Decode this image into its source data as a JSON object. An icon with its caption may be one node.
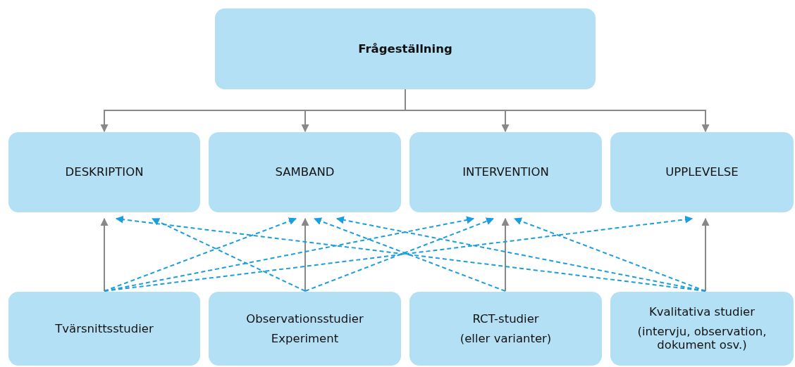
{
  "diagram": {
    "nodes": [
      {
        "text": [
          "Frågeställning"
        ]
      },
      {
        "text": [
          "DESKRIPTION"
        ]
      },
      {
        "text": [
          "SAMBAND"
        ]
      },
      {
        "text": [
          "INTERVENTION"
        ]
      },
      {
        "text": [
          "UPPLEVELSE"
        ]
      },
      {
        "text": [
          "Tvärsnittsstudier"
        ]
      },
      {
        "text": [
          "Observationsstudier",
          "Experiment"
        ]
      },
      {
        "text": [
          "RCT-studier",
          "(eller varianter)"
        ]
      },
      {
        "text": [
          "Kvalitativa studier",
          "(intervju, observation, dokument osv.)"
        ]
      }
    ],
    "edges": [
      {
        "from": 0,
        "to": 1,
        "arrow": "to",
        "color": "#888888"
      },
      {
        "from": 0,
        "to": 2,
        "arrow": "to",
        "color": "#888888"
      },
      {
        "from": 0,
        "to": 3,
        "arrow": "to",
        "color": "#888888"
      },
      {
        "from": 0,
        "to": 4,
        "arrow": "to",
        "color": "#888888"
      },
      {
        "from": 5,
        "to": 1,
        "arrow": "to",
        "color": "#888888"
      },
      {
        "from": 6,
        "to": 2,
        "arrow": "to",
        "color": "#888888"
      },
      {
        "from": 7,
        "to": 3,
        "arrow": "to",
        "color": "#888888"
      },
      {
        "from": 8,
        "to": 4,
        "arrow": "to",
        "color": "#888888"
      },
      {
        "from": 5,
        "to": 2,
        "arrow": "to",
        "style": "dashed",
        "color": "#1a9ee0"
      },
      {
        "from": 5,
        "to": 3,
        "arrow": "to",
        "style": "dashed",
        "color": "#1a9ee0"
      },
      {
        "from": 5,
        "to": 4,
        "arrow": "to",
        "style": "dashed",
        "color": "#1a9ee0"
      },
      {
        "from": 6,
        "to": 1,
        "arrow": "to",
        "style": "dashed",
        "color": "#1a9ee0"
      },
      {
        "from": 6,
        "to": 3,
        "arrow": "to",
        "style": "dashed",
        "color": "#1a9ee0"
      },
      {
        "from": 7,
        "to": 2,
        "arrow": "to",
        "style": "dashed",
        "color": "#1a9ee0"
      },
      {
        "from": 8,
        "to": 1,
        "arrow": "to",
        "style": "dashed",
        "color": "#1a9ee0"
      },
      {
        "from": 8,
        "to": 2,
        "arrow": "to",
        "style": "dashed",
        "color": "#1a9ee0"
      },
      {
        "from": 8,
        "to": 3,
        "arrow": "to",
        "style": "dashed",
        "color": "#1a9ee0"
      }
    ]
  }
}
